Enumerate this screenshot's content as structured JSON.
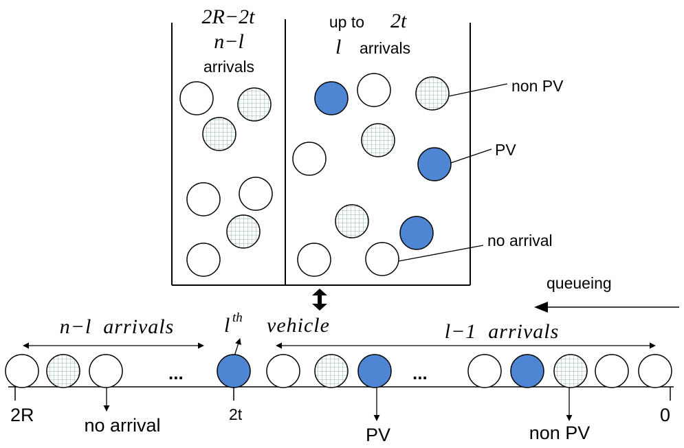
{
  "colors": {
    "pv": "#4f86d4",
    "line": "#000000",
    "grid": "#8fb3b3",
    "hatch_bg": "#ffffff"
  },
  "box": {
    "left_header": {
      "line1": "2R−2t",
      "line2": "n−l",
      "line3": "arrivals"
    },
    "right_header": {
      "prefix": "up to",
      "math": "2t",
      "l": "l",
      "arrivals": "arrivals"
    }
  },
  "legend": {
    "non_pv": "non PV",
    "pv": "PV",
    "no_arrival": "no arrival"
  },
  "queue": {
    "queueing": "queueing",
    "left_span": "n−l  arrivals",
    "lth_base": "l",
    "lth_sup": "th",
    "vehicle": "vehicle",
    "right_span": "l−1  arrivals",
    "ellipsis_left": "...",
    "ellipsis_right": "...",
    "tick_2R": "2R",
    "tick_2t": "2t",
    "tick_0": "0",
    "no_arrival": "no arrival",
    "pv": "PV",
    "non_pv": "non PV"
  }
}
